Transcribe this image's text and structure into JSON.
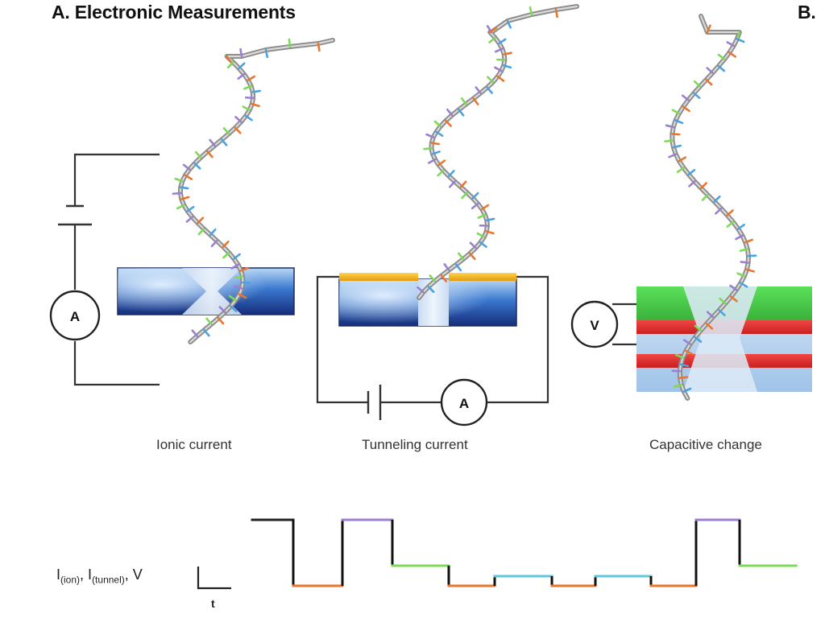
{
  "panel_a": {
    "title": "A. Electronic Measurements"
  },
  "panel_b": {
    "title": "B."
  },
  "methods": [
    {
      "caption": "Ionic current",
      "meter": "A"
    },
    {
      "caption": "Tunneling current",
      "meter": "A"
    },
    {
      "caption": "Capacitive change",
      "meter": "V"
    }
  ],
  "signal": {
    "y_label_main": "I",
    "y_sub_1": "(ion)",
    "y_sub_2": "(tunnel)",
    "y_tail": ", V",
    "x_label": "t",
    "levels": [
      {
        "level": "high",
        "color": "#222222"
      },
      {
        "level": "low",
        "color": "#e8762e"
      },
      {
        "level": "high",
        "color": "#9b7fd1"
      },
      {
        "level": "mid",
        "color": "#7ed957"
      },
      {
        "level": "low",
        "color": "#e8762e"
      },
      {
        "level": "midlow",
        "color": "#5ec8d8"
      },
      {
        "level": "low",
        "color": "#e8762e"
      },
      {
        "level": "midlow",
        "color": "#5ec8d8"
      },
      {
        "level": "low",
        "color": "#e8762e"
      },
      {
        "level": "high",
        "color": "#9b7fd1"
      },
      {
        "level": "mid",
        "color": "#7ed957"
      }
    ]
  },
  "colors": {
    "base_orange": "#e8762e",
    "base_green": "#7ed957",
    "base_blue": "#4aa3e0",
    "base_purple": "#9b7fd1",
    "electrode_gold": "#f2b51c",
    "layer_red": "#e53b3b",
    "layer_green": "#4ccf4c",
    "membrane_blue": "#1f3fa0"
  }
}
